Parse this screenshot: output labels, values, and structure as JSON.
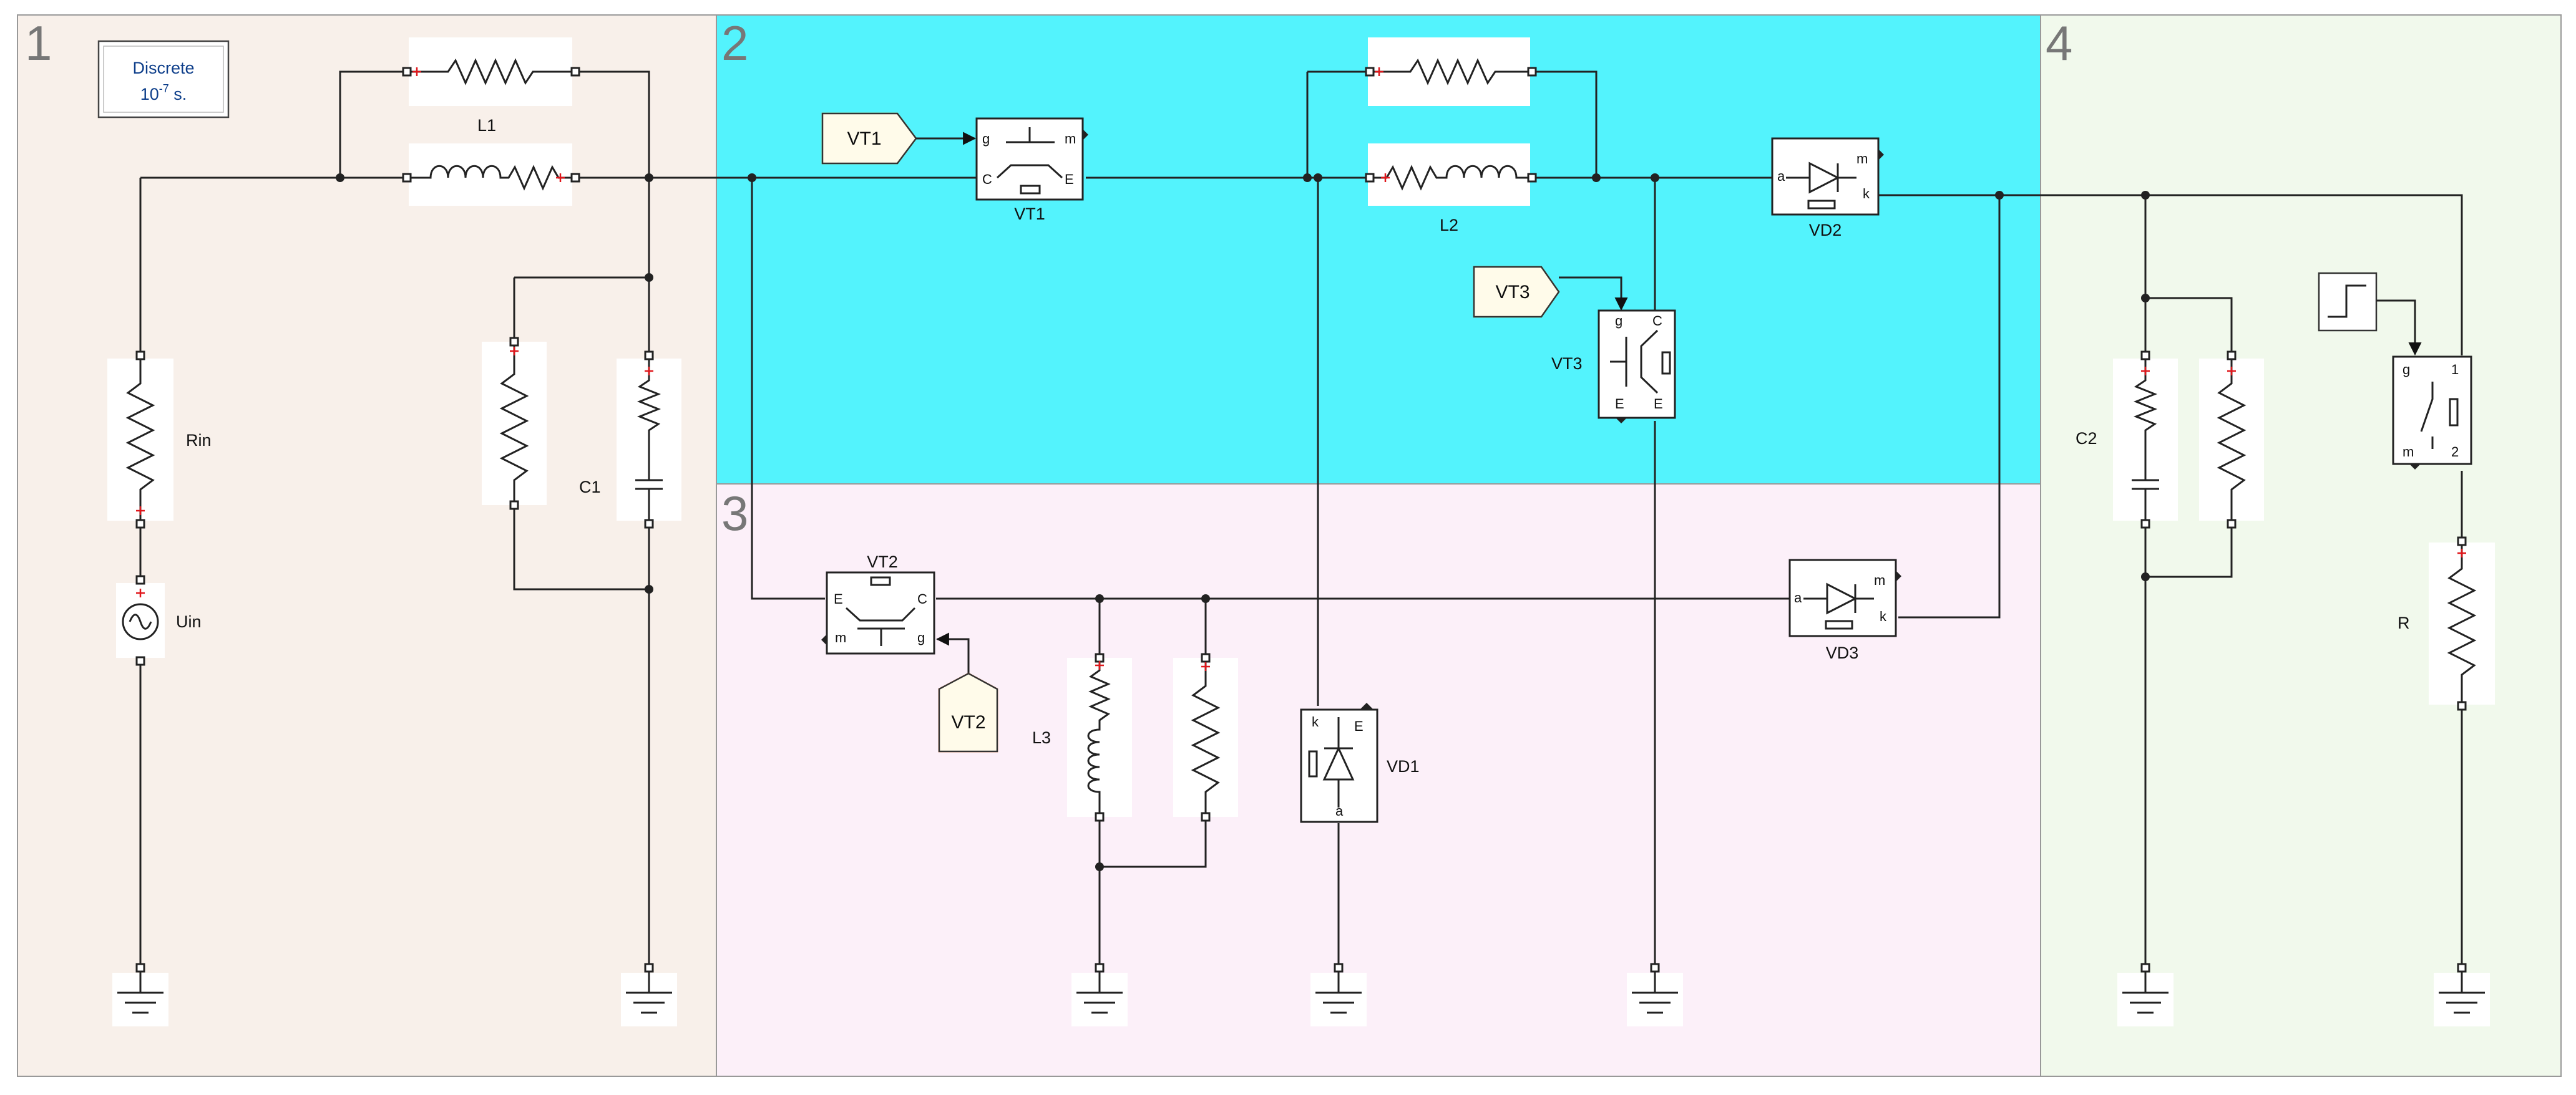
{
  "diagram": {
    "zones": [
      {
        "number": "1",
        "color": "#f8f0ea"
      },
      {
        "number": "2",
        "color": "#53f3fd"
      },
      {
        "number": "3",
        "color": "#fcf0f9"
      },
      {
        "number": "4",
        "color": "#f1f9ec"
      }
    ],
    "powergui": {
      "line1": "Discrete",
      "base": "10",
      "exponent": "-7",
      "unit": " s."
    },
    "labels": {
      "L1": "L1",
      "L2": "L2",
      "L3": "L3",
      "Rin": "Rin",
      "C1": "C1",
      "C2": "C2",
      "R": "R",
      "Uin": "Uin",
      "VT1": "VT1",
      "VT2": "VT2",
      "VT3": "VT3",
      "VD1": "VD1",
      "VD2": "VD2",
      "VD3": "VD3"
    },
    "gotos": {
      "VT1": "VT1",
      "VT2": "VT2",
      "VT3": "VT3"
    },
    "pins": {
      "g": "g",
      "m": "m",
      "C": "C",
      "E": "E",
      "a": "a",
      "k": "k",
      "one": "1",
      "two": "2"
    }
  }
}
